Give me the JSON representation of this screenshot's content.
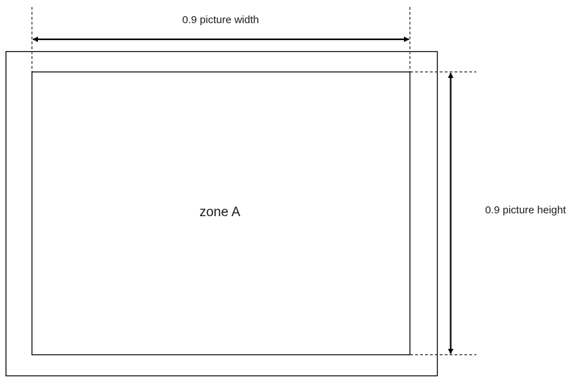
{
  "diagram": {
    "width_label": "0.9 picture width",
    "height_label": "0.9 picture height",
    "zone_label": "zone A"
  }
}
